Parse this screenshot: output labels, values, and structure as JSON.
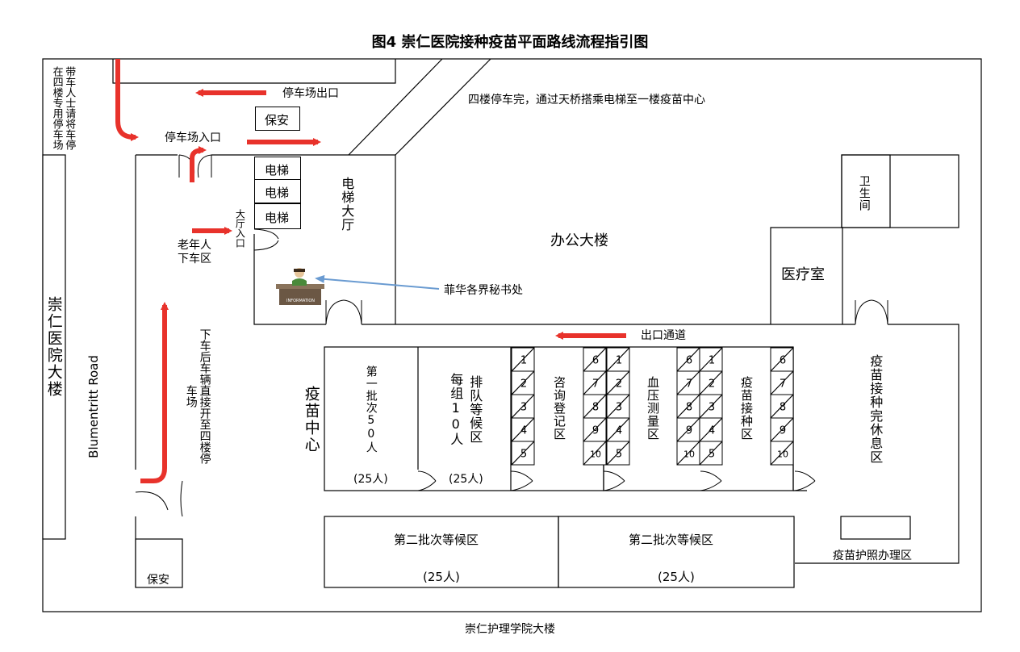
{
  "title": "图4  崇仁医院接种疫苗平面路线流程指引图",
  "footer": "崇仁护理学院大楼",
  "labels": {
    "parking_exit": "停车场出口",
    "parking_entrance": "停车场入口",
    "guard_top": "保安",
    "guard_bottom": "保安",
    "elevator_1": "电梯",
    "elevator_2": "电梯",
    "elevator_3": "电梯",
    "elevator_hall": "电梯大厅",
    "hall_entrance": "大厅入口",
    "elderly_dropoff": "老年人下车区",
    "dropoff_parking_note": "下车后车辆直接开至四楼停车场",
    "parking_note_top": "带车人士请将车停在四楼专用停车场",
    "skybridge_note": "四楼停车完，通过天桥搭乘电梯至一楼疫苗中心",
    "office_building": "办公大楼",
    "philippine_secretariat": "菲华各界秘书处",
    "information_sign": "INFORMATION",
    "exit_passage": "出口通道",
    "clinic": "医疗室",
    "restroom": "卫生间",
    "vaccine_center": "疫苗中心",
    "batch1": "第一批次50人",
    "batch1_capacity": "(25人)",
    "queue_area": "排队等候区",
    "group_of_10": "每组10人",
    "queue_capacity": "(25人)",
    "consult_area": "咨询登记区",
    "bp_area": "血压测量区",
    "vaccination_area": "疫苗接种区",
    "rest_area": "疫苗接种完休息区",
    "batch2_left": "第二批次等候区",
    "batch2_left_capacity": "(25人)",
    "batch2_right": "第二批次等候区",
    "batch2_right_capacity": "(25人)",
    "passport_area": "疫苗护照办理区",
    "chongren_building": "崇仁医院大楼",
    "road": "Blumentritt Road"
  },
  "booth_numbers": {
    "consult": [
      "1",
      "2",
      "3",
      "4",
      "5"
    ],
    "bp_left": [
      "6",
      "7",
      "8",
      "9",
      "10"
    ],
    "bp_right": [
      "1",
      "2",
      "3",
      "4",
      "5"
    ],
    "vacc_left": [
      "6",
      "7",
      "8",
      "9",
      "10"
    ],
    "vacc_mid": [
      "1",
      "2",
      "3",
      "4",
      "5"
    ],
    "vacc_right": [
      "6",
      "7",
      "8",
      "9",
      "10"
    ]
  },
  "colors": {
    "arrow": "#e8322b",
    "info_arrow": "#6a9bd1",
    "line": "#000000"
  },
  "icons": {
    "receptionist": "person-at-information-desk-icon"
  }
}
